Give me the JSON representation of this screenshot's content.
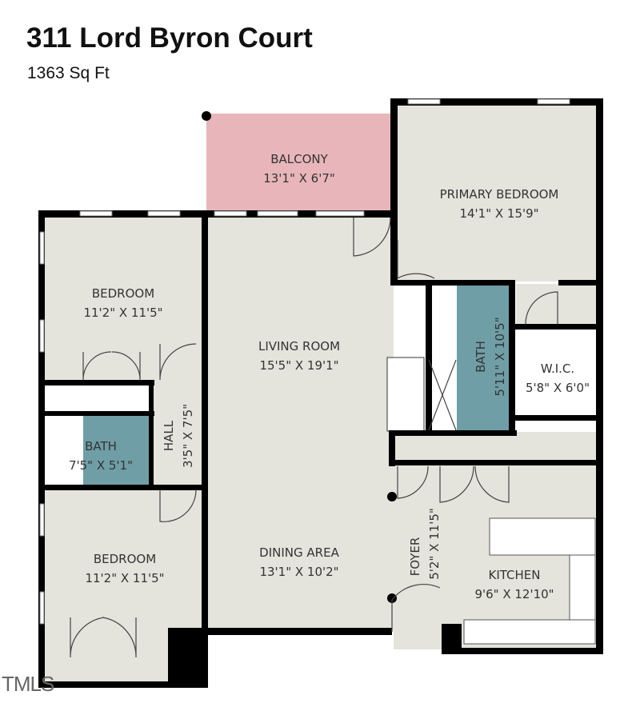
{
  "header": {
    "title": "311 Lord Byron Court",
    "subtitle": "1363 Sq Ft"
  },
  "colors": {
    "floor": "#e4e4dc",
    "balcony": "#e8b6ba",
    "bath": "#6f9ea6",
    "wall": "#000000"
  },
  "rooms": [
    {
      "name": "BALCONY",
      "dims": "13'1\" X 6'7\""
    },
    {
      "name": "PRIMARY BEDROOM",
      "dims": "14'1\" X 15'9\""
    },
    {
      "name": "BEDROOM",
      "dims": "11'2\" X 11'5\""
    },
    {
      "name": "LIVING ROOM",
      "dims": "15'5\" X 19'1\""
    },
    {
      "name": "BATH",
      "dims": "5'11\" X 10'5\""
    },
    {
      "name": "W.I.C.",
      "dims": "5'8\" X 6'0\""
    },
    {
      "name": "HALL",
      "dims": "3'5\" X 7'5\""
    },
    {
      "name": "BATH",
      "dims": "7'5\" X 5'1\""
    },
    {
      "name": "BEDROOM",
      "dims": "11'2\" X 11'5\""
    },
    {
      "name": "DINING AREA",
      "dims": "13'1\" X 10'2\""
    },
    {
      "name": "FOYER",
      "dims": "5'2\" X 11'5\""
    },
    {
      "name": "KITCHEN",
      "dims": "9'6\" X 12'10\""
    }
  ],
  "watermark": "TMLS"
}
